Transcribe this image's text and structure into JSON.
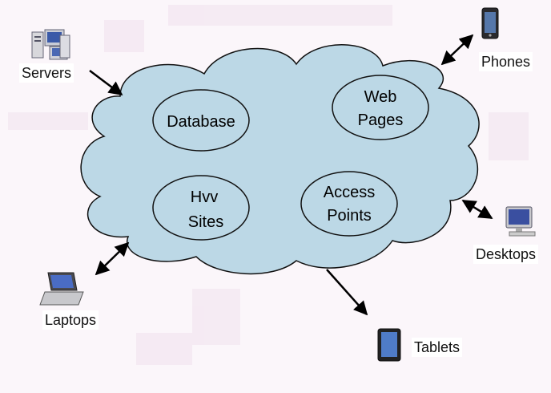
{
  "diagram": {
    "cloud_color": "#bcd8e6",
    "bubbles": {
      "database": "Database",
      "web_pages_line1": "Web",
      "web_pages_line2": "Pages",
      "hvv_line1": "Hvv",
      "hvv_line2": "Sites",
      "access_line1": "Access",
      "access_line2": "Points"
    },
    "devices": {
      "servers": "Servers",
      "phones": "Phones",
      "desktops": "Desktops",
      "laptops": "Laptops",
      "tablets": "Tablets"
    }
  }
}
